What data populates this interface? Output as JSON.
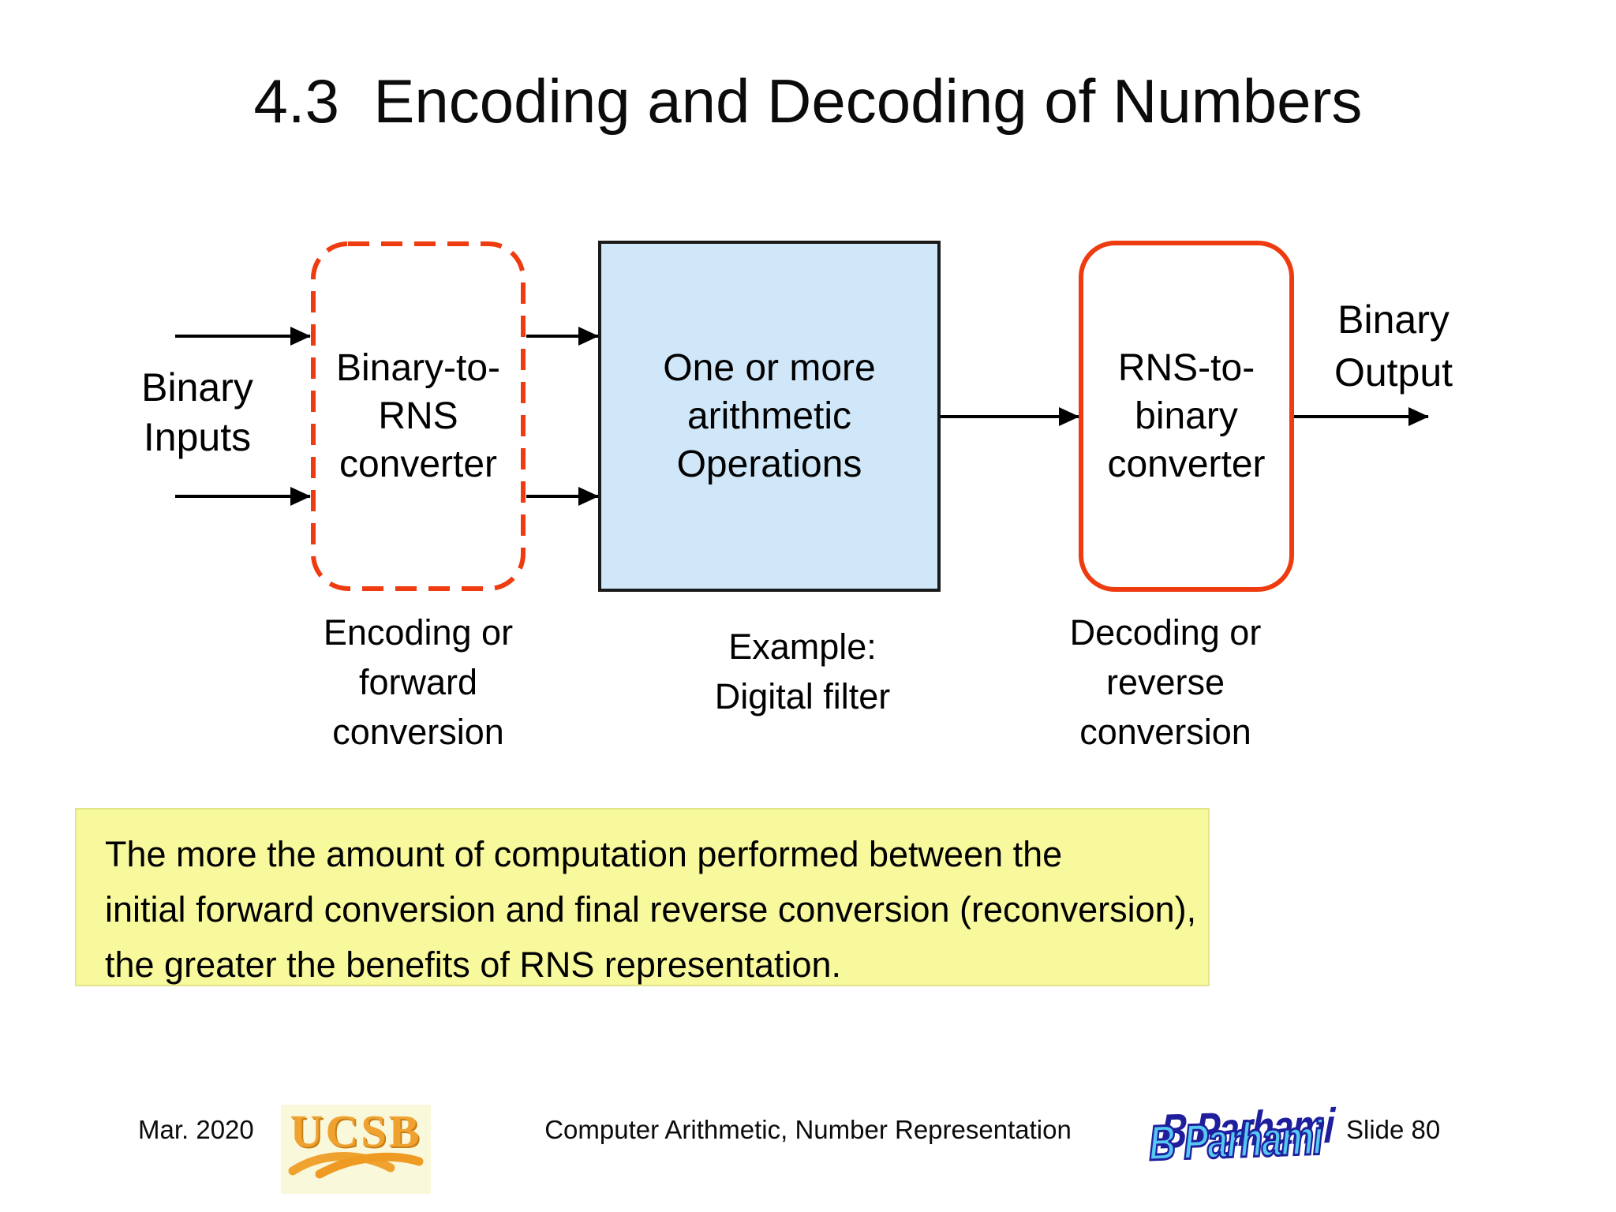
{
  "slide": {
    "title": "4.3  Encoding and Decoding of Numbers",
    "diagram": {
      "input_label": {
        "lines": [
          "Binary",
          "Inputs"
        ]
      },
      "encoder_box": {
        "lines": [
          "Binary-to-",
          "RNS",
          "converter"
        ]
      },
      "encoder_caption": {
        "lines": [
          "Encoding or",
          "forward",
          "conversion"
        ]
      },
      "ops_box": {
        "lines": [
          "One or more",
          "arithmetic",
          "Operations"
        ]
      },
      "ops_caption": {
        "lines": [
          "Example:",
          "Digital filter"
        ]
      },
      "decoder_box": {
        "lines": [
          "RNS-to-",
          "binary",
          "converter"
        ]
      },
      "decoder_caption": {
        "lines": [
          "Decoding or",
          "reverse",
          "conversion"
        ]
      },
      "output_label": {
        "lines": [
          "Binary",
          "Output"
        ]
      }
    },
    "note": {
      "lines": [
        "The more the amount of computation performed between the",
        "initial forward conversion and final reverse conversion (reconversion),",
        "the greater the benefits of RNS representation."
      ]
    },
    "footer": {
      "date": "Mar. 2020",
      "course_title": "Computer Arithmetic, Number Representation",
      "slide_number": "Slide 80",
      "ucsb_logo_text": "UCSB",
      "parhami_logo_text": "B Parhami"
    },
    "colors": {
      "accent_orange": "#ee3b0f",
      "ops_box_fill": "#cfe7f8",
      "note_fill": "#f8f99d",
      "note_border": "#e3e58b",
      "ucsb_orange": "#f0a231",
      "ucsb_bg": "#faf8da",
      "parhami_light_blue": "#55c8f2",
      "parhami_dark_blue": "#1f1f9e"
    }
  }
}
